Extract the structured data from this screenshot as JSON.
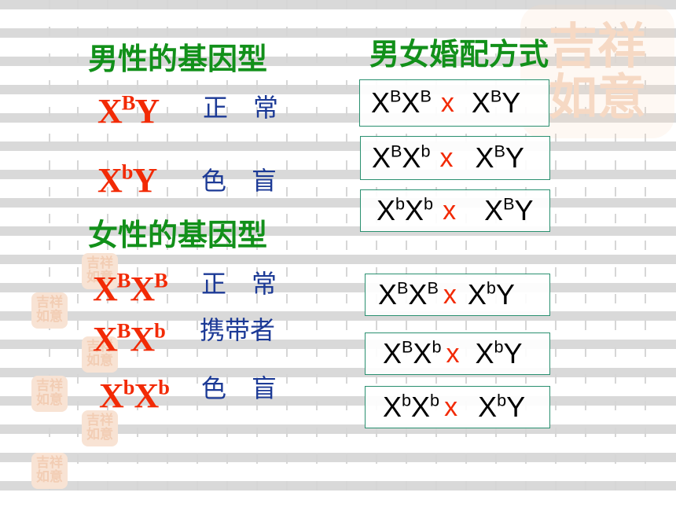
{
  "colors": {
    "heading_green": "#12901a",
    "genotype_red": "#f22a05",
    "phenotype_blue": "#1c3a96",
    "cross_text": "#000000",
    "box_border": "#2a9070",
    "seal_tint": "#f6d9c4"
  },
  "seal_text": "吉祥\n如意",
  "male": {
    "heading": "男性的基因型",
    "rows": [
      {
        "base1": "X",
        "sup1": "B",
        "base2": "Y",
        "sup2": "",
        "phenotype": "正　常"
      },
      {
        "base1": "X",
        "sup1": "b",
        "base2": "Y",
        "sup2": "",
        "phenotype": "色　盲"
      }
    ]
  },
  "female": {
    "heading": "女性的基因型",
    "rows": [
      {
        "base1": "X",
        "sup1": "B",
        "base2": "X",
        "sup2": "B",
        "phenotype": "正　常"
      },
      {
        "base1": "X",
        "sup1": "B",
        "base2": "X",
        "sup2": "b",
        "phenotype": "携带者"
      },
      {
        "base1": "X",
        "sup1": "b",
        "base2": "X",
        "sup2": "b",
        "phenotype": "色　盲"
      }
    ]
  },
  "marriage": {
    "heading": "男女婚配方式",
    "operator": "x",
    "crosses": [
      {
        "female": {
          "a": "X",
          "as": "B",
          "b": "X",
          "bs": "B"
        },
        "male": {
          "a": "X",
          "as": "B",
          "b": "Y"
        }
      },
      {
        "female": {
          "a": "X",
          "as": "B",
          "b": "X",
          "bs": "b"
        },
        "male": {
          "a": "X",
          "as": "B",
          "b": "Y"
        }
      },
      {
        "female": {
          "a": "X",
          "as": "b",
          "b": "X",
          "bs": "b"
        },
        "male": {
          "a": "X",
          "as": "B",
          "b": "Y"
        }
      },
      {
        "female": {
          "a": "X",
          "as": "B",
          "b": "X",
          "bs": "B"
        },
        "male": {
          "a": "X",
          "as": "b",
          "b": "Y"
        }
      },
      {
        "female": {
          "a": "X",
          "as": "B",
          "b": "X",
          "bs": "b"
        },
        "male": {
          "a": "X",
          "as": "b",
          "b": "Y"
        }
      },
      {
        "female": {
          "a": "X",
          "as": "b",
          "b": "X",
          "bs": "b"
        },
        "male": {
          "a": "X",
          "as": "b",
          "b": "Y"
        }
      }
    ]
  }
}
